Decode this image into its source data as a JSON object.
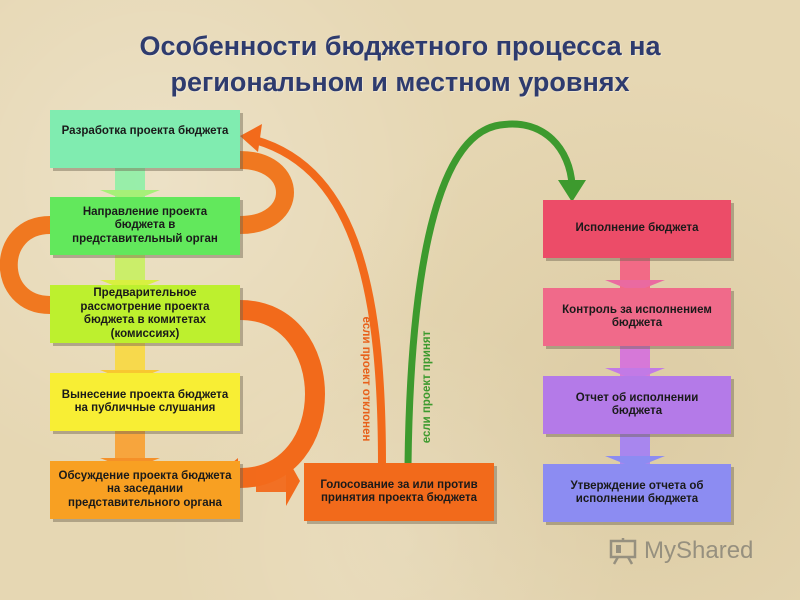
{
  "title": {
    "line1": "Особенности бюджетного процесса на",
    "line2": "региональном и местном уровнях"
  },
  "left_steps": [
    "Разработка проекта бюджета",
    "Направление проекта бюджета в представительный орган",
    "Предварительное рассмотрение проекта бюджета в комитетах (комиссиях)",
    "Вынесение проекта бюджета на публичные слушания",
    "Обсуждение проекта бюджета на заседании представительного органа"
  ],
  "vote_box": "Голосование за или против принятия проекта бюджета",
  "right_steps": [
    "Исполнение бюджета",
    "Контроль за исполнением бюджета",
    "Отчет об исполнении бюджета",
    "Утверждение отчета об исполнении бюджета"
  ],
  "labels": {
    "rejected": "если проект отклонен",
    "accepted": "если проект принят"
  },
  "watermark": "MyShared",
  "colors": {
    "title": "#2e3b6e",
    "orange_arrow": "#f26a1b",
    "green_arrow": "#3d9a2e",
    "box_pink": "#ec4c68",
    "box_violet": "#b47ae8",
    "box_blue": "#8c8cf2"
  }
}
